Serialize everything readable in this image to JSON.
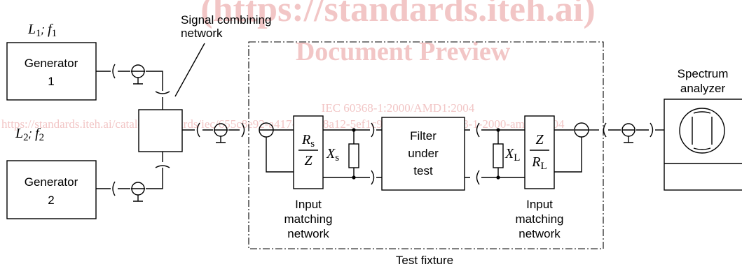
{
  "watermark": {
    "url": "(https://standards.iteh.ai)",
    "preview": "Document Preview",
    "standard": "IEC 60368-1:2000/AMD1:2004",
    "catalog": "https://standards.iteh.ai/catalog/standards/iec/655c8e92-a417-4cd0-8a12-5ef1c99dbe92/iec-60368-1-2000-amd1-2004"
  },
  "generator1": {
    "label_line1": "Generator",
    "label_line2": "1",
    "param_l": "L",
    "param_l_sub": "1",
    "param_f": "f",
    "param_f_sub": "1"
  },
  "generator2": {
    "label_line1": "Generator",
    "label_line2": "2",
    "param_l": "L",
    "param_l_sub": "2",
    "param_f": "f",
    "param_f_sub": "2"
  },
  "param_separator": "; ",
  "combiner": {
    "label_line1": "Signal combining",
    "label_line2": "network"
  },
  "input_matching": {
    "fraction_top": "R",
    "fraction_top_sub": "s",
    "fraction_bottom": "Z",
    "reactance": "X",
    "reactance_sub": "s",
    "label_line1": "Input",
    "label_line2": "matching",
    "label_line3": "network"
  },
  "filter": {
    "line1": "Filter",
    "line2": "under",
    "line3": "test"
  },
  "output_matching": {
    "fraction_top": "Z",
    "fraction_bottom": "R",
    "fraction_bottom_sub": "L",
    "reactance": "X",
    "reactance_sub": "L",
    "label_line1": "Input",
    "label_line2": "matching",
    "label_line3": "network"
  },
  "fixture": {
    "label": "Test fixture"
  },
  "analyzer": {
    "label_line1": "Spectrum",
    "label_line2": "analyzer"
  }
}
